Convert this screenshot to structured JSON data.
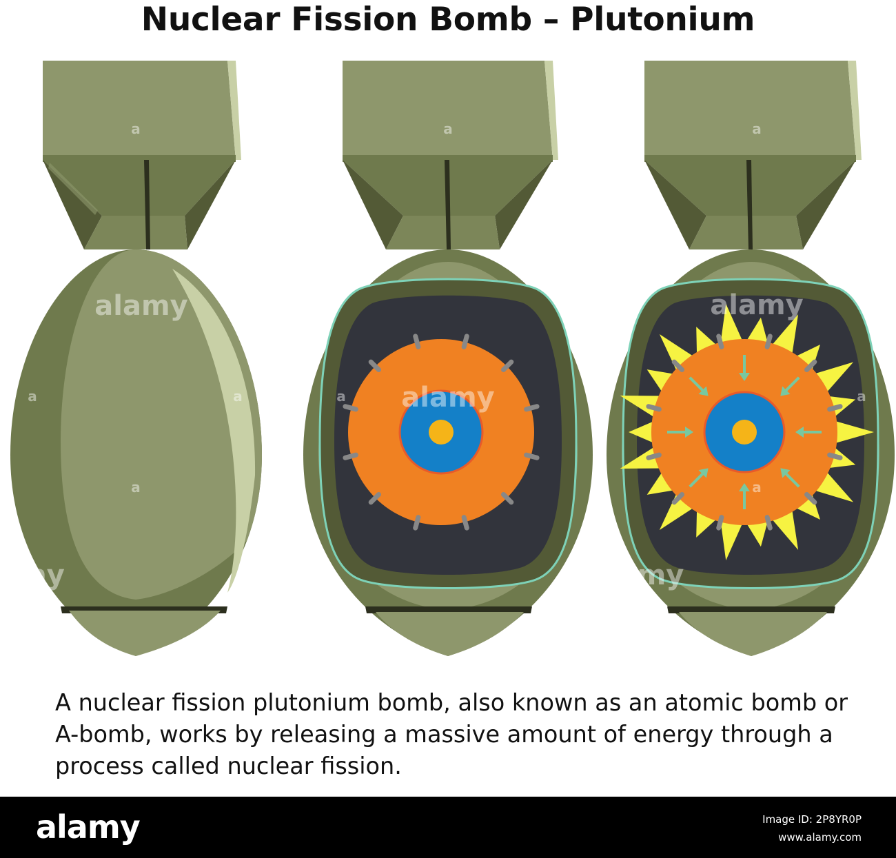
{
  "title": "Nuclear Fission Bomb – Plutonium",
  "caption": "A nuclear fission plutonium bomb, also known as an atomic bomb or A-bomb, works by releasing a massive amount of energy through a process called nuclear fission.",
  "watermark": {
    "brand": "alamy",
    "small_mark": "a"
  },
  "footer": {
    "brand": "alamy",
    "image_id_line": "Image ID: 2P8YR0P",
    "site": "www.alamy.com"
  },
  "colors": {
    "casing": "#8e976c",
    "casing_dark": "#6f7a4d",
    "casing_darker": "#535a36",
    "casing_light": "#c8d0a6",
    "cavity": "#32343c",
    "explosive": "#f08122",
    "tamper": "#1480c8",
    "core": "#f5b418",
    "spark": "#f6f342",
    "arrow": "#78c8a0",
    "detonator": "#888888",
    "cavity_rim": "#7ed2b8"
  },
  "icons": [
    "nuclear-core-icon",
    "implosion-arrow-icon",
    "detonator-icon",
    "explosion-spark-icon"
  ]
}
